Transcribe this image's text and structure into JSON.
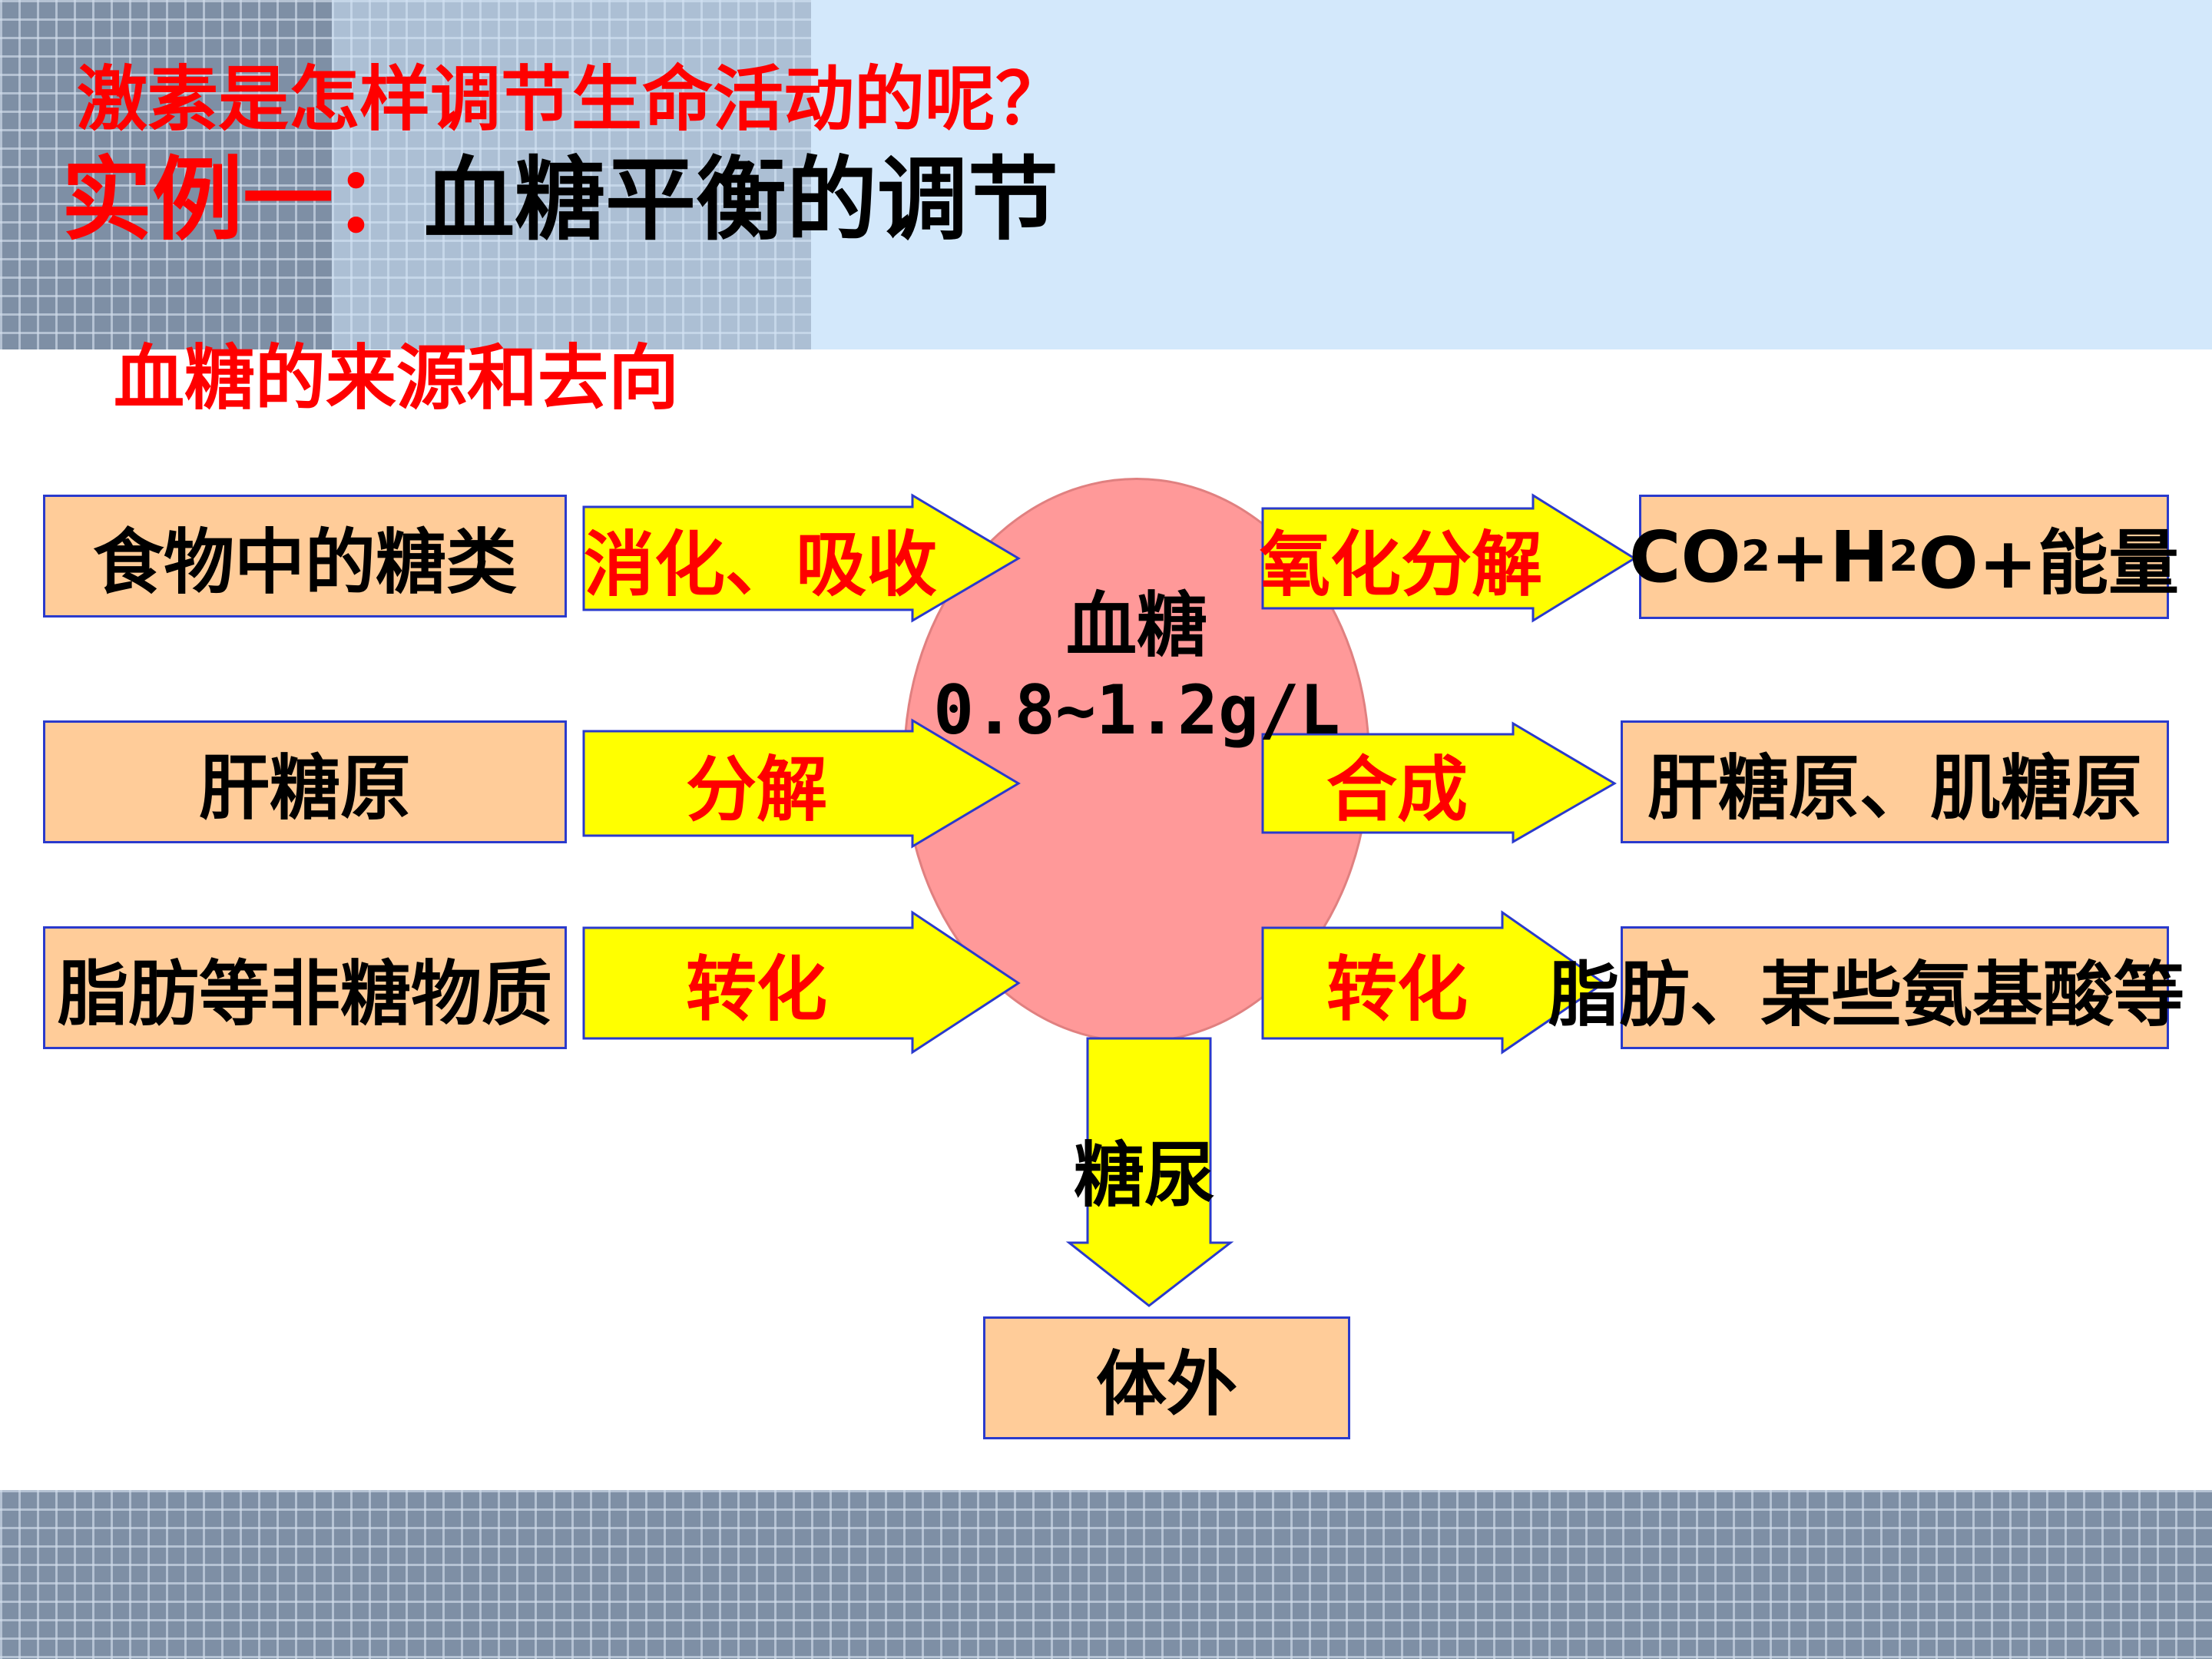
{
  "header": {
    "question": "激素是怎样调节生命活动的呢？",
    "example_prefix": "实例一：",
    "example_title": "血糖平衡的调节"
  },
  "section_title": "血糖的来源和去向",
  "center": {
    "label": "血糖",
    "range": "0.8~1.2g/L"
  },
  "sources": [
    {
      "box": "食物中的糖类",
      "process": "消化、吸收"
    },
    {
      "box": "肝糖原",
      "process": "分解"
    },
    {
      "box": "脂肪等非糖物质",
      "process": "转化"
    }
  ],
  "sinks": [
    {
      "process": "氧化分解",
      "box": {
        "pre": "CO",
        "sub1": "2",
        "mid": "+H",
        "sub2": "2",
        "post": "O+能量"
      }
    },
    {
      "process": "合成",
      "box": "肝糖原、肌糖原"
    },
    {
      "process": "转化",
      "box": "脂肪、某些氨基酸等"
    }
  ],
  "down": {
    "process": "糖尿",
    "box": "体外"
  },
  "colors": {
    "arrow_fill": "#ffff00",
    "arrow_stroke": "#2a3acc",
    "box_fill": "#ffcc99",
    "circle_fill": "#ff9999",
    "emphasis_text": "#ff0000",
    "header_bg": "#d3e8fb"
  }
}
